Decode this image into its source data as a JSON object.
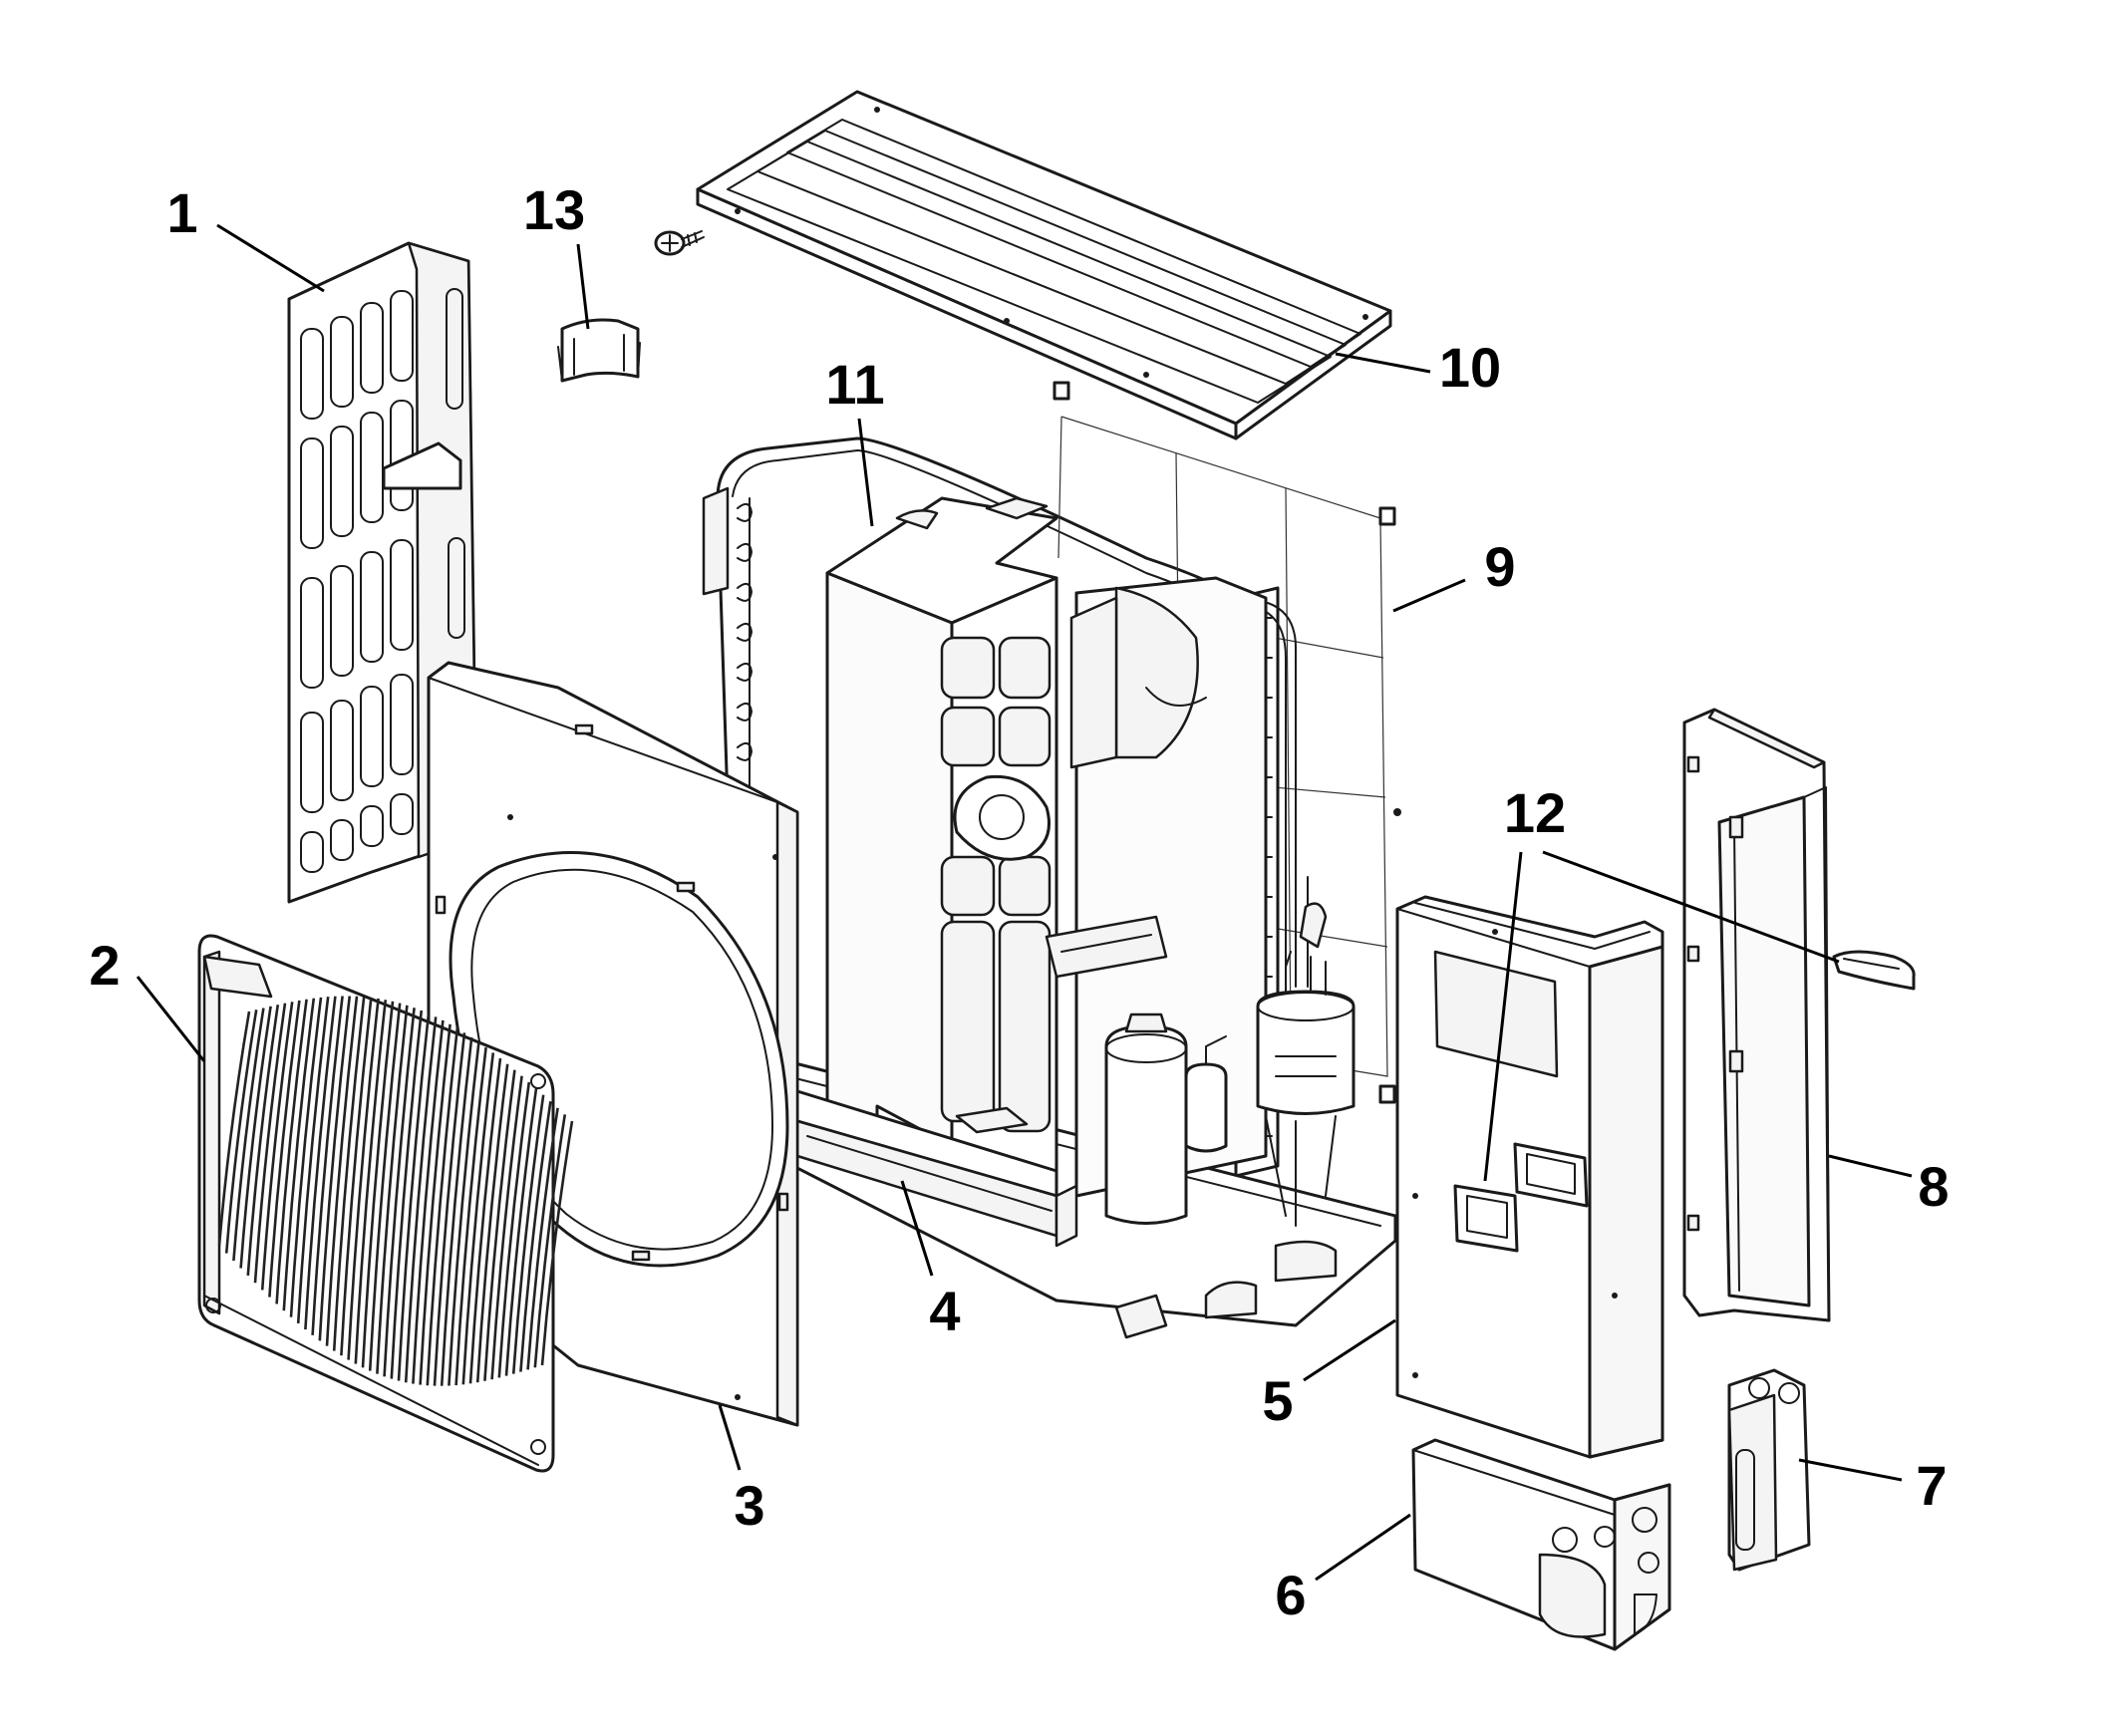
{
  "callouts": [
    {
      "id": "1",
      "label": "1"
    },
    {
      "id": "2",
      "label": "2"
    },
    {
      "id": "3",
      "label": "3"
    },
    {
      "id": "4",
      "label": "4"
    },
    {
      "id": "5",
      "label": "5"
    },
    {
      "id": "6",
      "label": "6"
    },
    {
      "id": "7",
      "label": "7"
    },
    {
      "id": "8",
      "label": "8"
    },
    {
      "id": "9",
      "label": "9"
    },
    {
      "id": "10",
      "label": "10"
    },
    {
      "id": "11",
      "label": "11"
    },
    {
      "id": "12",
      "label": "12"
    },
    {
      "id": "13",
      "label": "13"
    }
  ],
  "colors": {
    "ink": "#1a1a1a",
    "background": "#ffffff"
  }
}
